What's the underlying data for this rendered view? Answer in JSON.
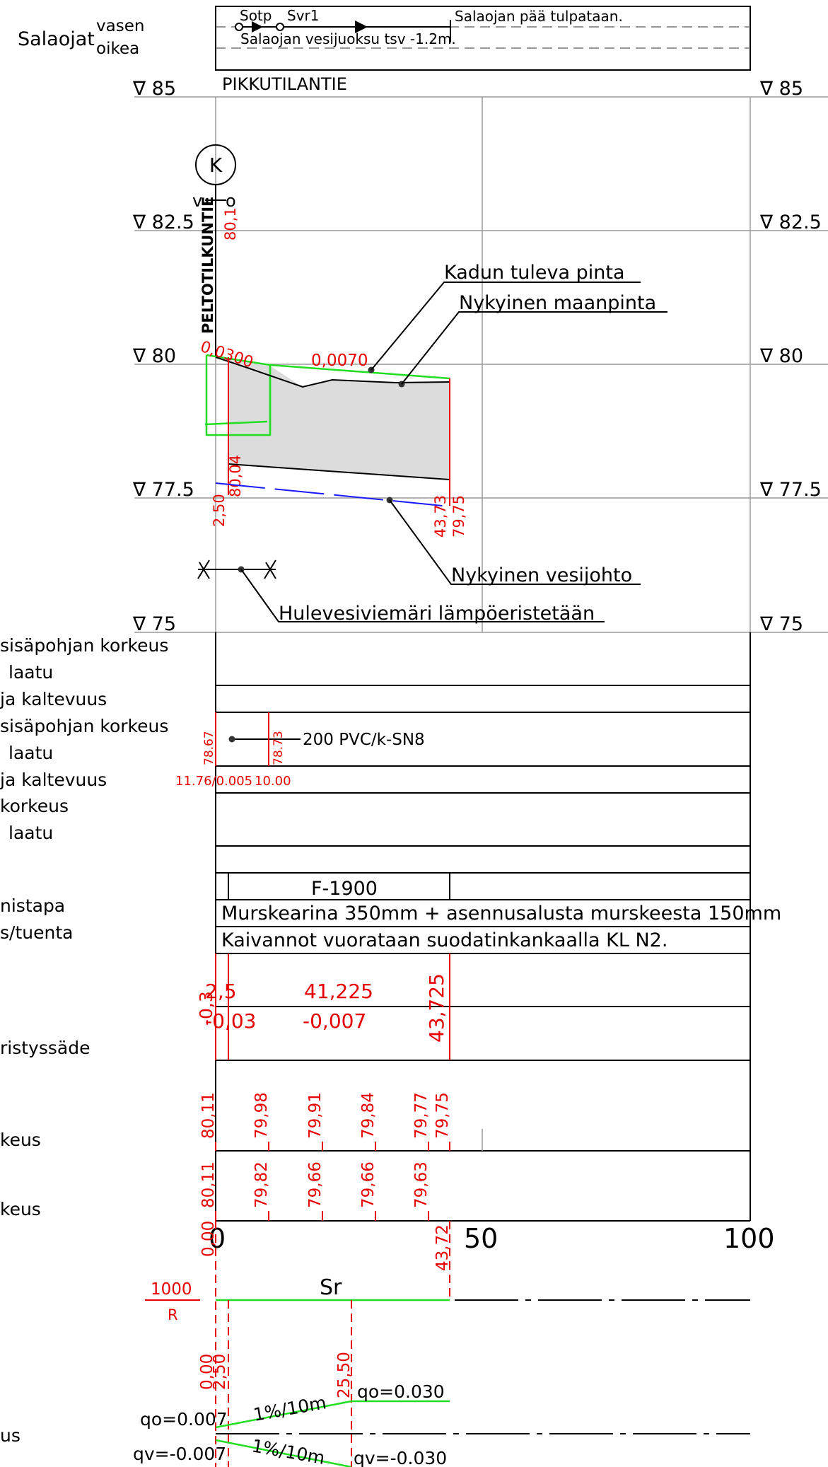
{
  "header": {
    "title": "Salaojat",
    "side_left": "vasen",
    "side_right": "oikea",
    "drain_left_labels": [
      "Sotp",
      "Svr1"
    ],
    "drain_left_note": "Salaojan pää tulpataan.",
    "drain_right_note": "Salaojan vesijuoksu tsv -1.2m."
  },
  "street_name": "PIKKUTILANTIE",
  "elevation_markers": [
    "∇ 85",
    "∇ 82.5",
    "∇ 80",
    "∇ 77.5",
    "∇ 75"
  ],
  "profile": {
    "circle_label": "K",
    "vertical_label": "PELTOTILKUNTIE",
    "vertical_value": "80,1",
    "labels": {
      "street_surface": "Kadun tuleva pinta",
      "ground_surface": "Nykyinen maanpinta",
      "water_pipe": "Nykyinen vesijohto",
      "storm_sewer": "Hulevesiviemäri lämpöeristetään"
    },
    "grades": [
      "0,0300",
      "0,0070"
    ],
    "start_station": "2,50",
    "start_level": "80,04",
    "end_station": "43,73",
    "end_level": "79,75",
    "plain_marks": [
      "v",
      "o"
    ]
  },
  "table_rows": {
    "row1": "sisäpohjan korkeus",
    "row2": "laatu",
    "row3": "ja kaltevuus",
    "row4": "sisäpohjan korkeus",
    "row5": "laatu",
    "row6": "ja kaltevuus",
    "row7": "korkeus",
    "row8": "laatu",
    "row9": "nistapa",
    "row10": "s/tuenta",
    "row11": "ristyssäde",
    "row12": "keus",
    "row13": "keus"
  },
  "pipe": {
    "start_invert": "78.67",
    "end_invert": "78.73",
    "label": "200 PVC/k-SN8",
    "length_slope": "11.76/0.005",
    "length2": "10.00"
  },
  "construction": {
    "code": "F-1900",
    "line1": "Murskearina 350mm + asennusalusta murskeesta 150mm",
    "line2": "Kaivannot vuorataan suodatinkankaalla KL N2."
  },
  "curvature": {
    "vertical_label": "-0,3",
    "left_top": "2,5",
    "left_bottom": "-0,03",
    "mid_top": "41,225",
    "mid_bottom": "-0,007",
    "right": "43,725"
  },
  "elevations_upper": [
    "80,11",
    "79,98",
    "79,91",
    "79,84",
    "79,77",
    "79,75"
  ],
  "elevations_lower": [
    "80,11",
    "79,82",
    "79,66",
    "79,66",
    "79,63"
  ],
  "stations": {
    "start": "0,00",
    "end": "43,72",
    "axis_0": "0",
    "axis_50": "50",
    "axis_100": "100"
  },
  "horizontal": {
    "scale_top": "1000",
    "scale_bottom": "R",
    "alignment": "Sr"
  },
  "cross_slope": {
    "station_a": "0,00",
    "station_b": "2,50",
    "station_c": "25,50",
    "slope_up": "1%/10m",
    "slope_down": "1%/10m",
    "qo_start": "qo=0.007",
    "qo_end": "qo=0.030",
    "qv_start": "qv=-0.007",
    "qv_end": "qv=-0.030",
    "row_label": "us"
  },
  "colors": {
    "design": "#e60000",
    "surface_new": "#22dd22",
    "pipe_existing": "#1a1aff",
    "trench_fill": "#dcdcdc"
  }
}
